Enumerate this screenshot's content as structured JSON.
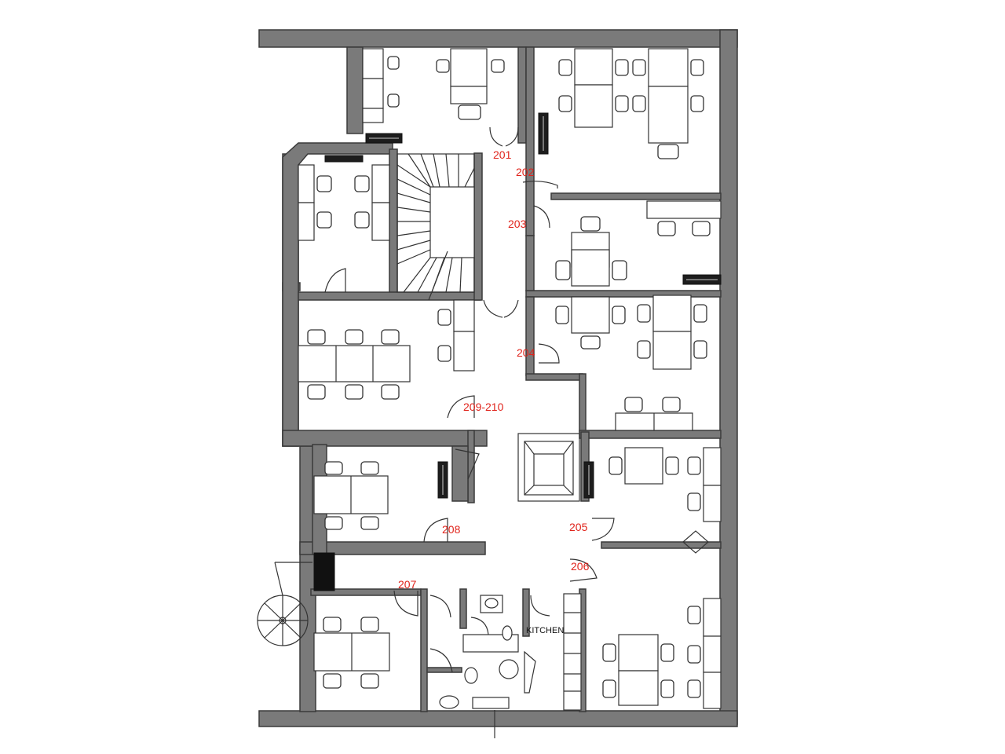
{
  "floor_plan": {
    "rooms": [
      {
        "id": "r201",
        "label": "201"
      },
      {
        "id": "r202",
        "label": "202"
      },
      {
        "id": "r203",
        "label": "203"
      },
      {
        "id": "r204",
        "label": "204"
      },
      {
        "id": "r205",
        "label": "205"
      },
      {
        "id": "r206",
        "label": "206"
      },
      {
        "id": "r207",
        "label": "207"
      },
      {
        "id": "r208",
        "label": "208"
      },
      {
        "id": "r209",
        "label": "209-210"
      }
    ],
    "kitchen_label": "KITCHEN",
    "colors": {
      "wall": "#7a7a7a",
      "room_label": "#e0241c",
      "radiator": "#1d1d1d",
      "background": "#ffffff"
    }
  }
}
